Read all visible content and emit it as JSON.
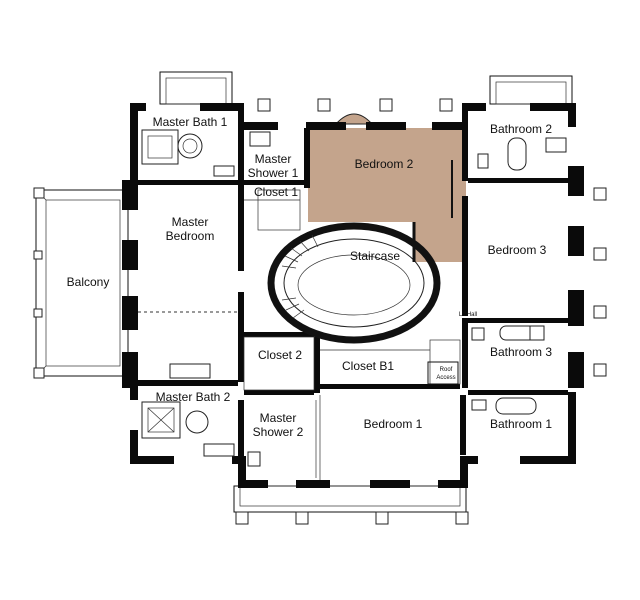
{
  "rooms": {
    "master_bath_1": "Master Bath 1",
    "master_shower_1_l1": "Master",
    "master_shower_1_l2": "Shower 1",
    "bedroom_2": "Bedroom 2",
    "bathroom_2": "Bathroom 2",
    "closet_1": "Closet 1",
    "master_bedroom_l1": "Master",
    "master_bedroom_l2": "Bedroom",
    "staircase": "Staircase",
    "bedroom_3": "Bedroom 3",
    "balcony": "Balcony",
    "closet_2": "Closet 2",
    "closet_b1": "Closet B1",
    "bathroom_3": "Bathroom 3",
    "master_bath_2": "Master Bath 2",
    "master_shower_2_l1": "Master",
    "master_shower_2_l2": "Shower 2",
    "bedroom_1": "Bedroom 1",
    "bathroom_1": "Bathroom 1",
    "roof_access_l1": "Roof",
    "roof_access_l2": "Access",
    "linen_hall": "LinHall"
  },
  "highlight": {
    "room": "Bedroom 2",
    "color": "#c4a48c"
  }
}
